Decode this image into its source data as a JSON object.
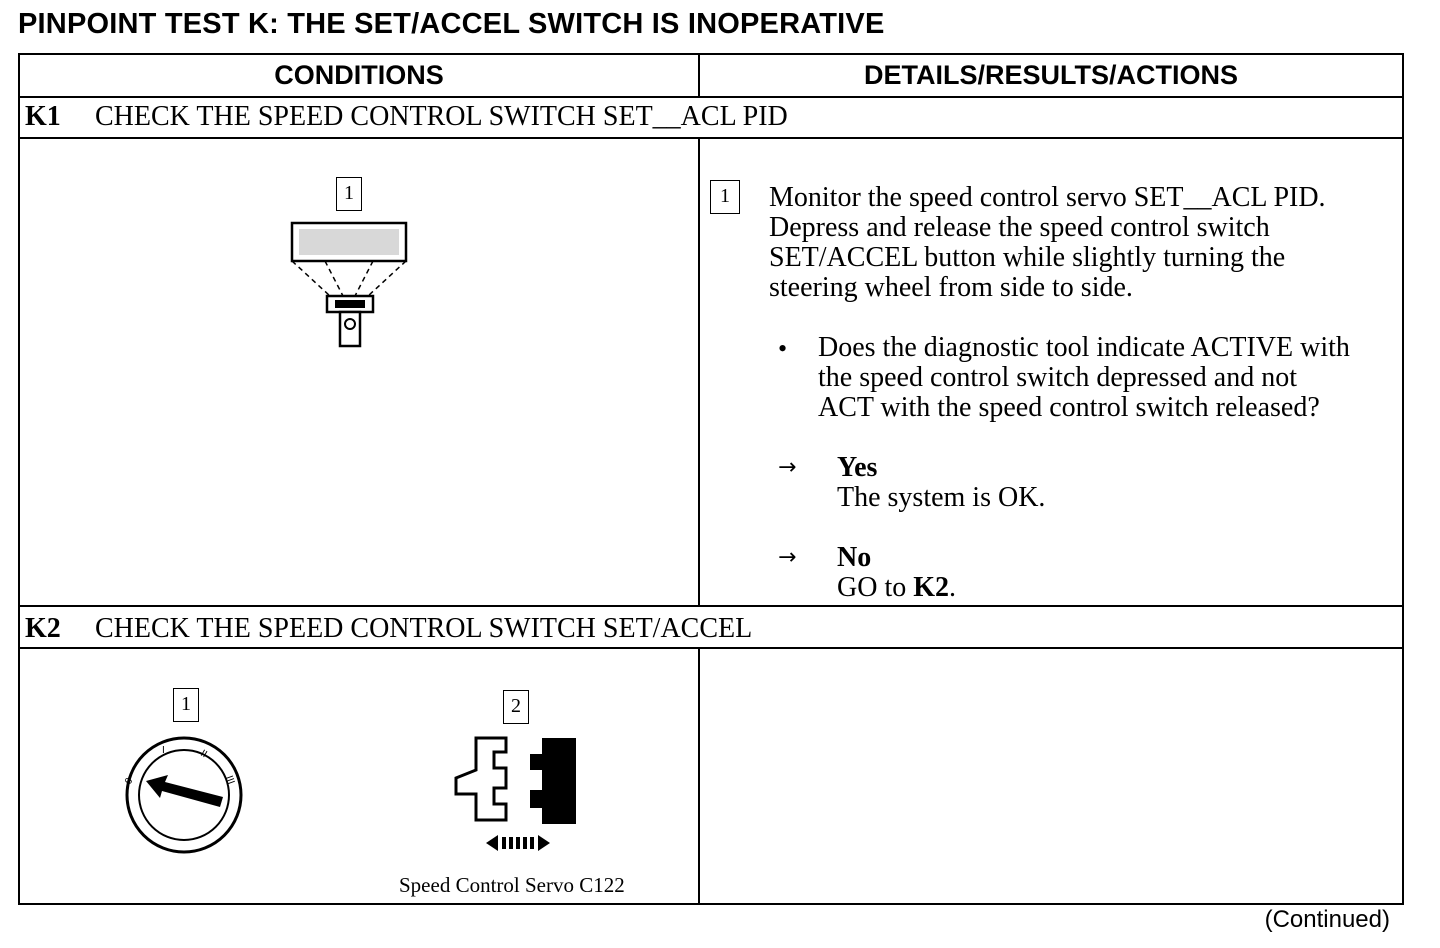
{
  "title": "PINPOINT TEST K:  THE SET/ACCEL SWITCH IS INOPERATIVE",
  "columns": {
    "conditions": "CONDITIONS",
    "details": "DETAILS/RESULTS/ACTIONS"
  },
  "steps": [
    {
      "id": "K1",
      "heading": "CHECK THE SPEED CONTROL SWITCH SET__ACL PID",
      "figure_labels": [
        "1"
      ],
      "action_number": "1",
      "action_text": [
        "Monitor the speed control servo SET__ACL PID.",
        "Depress and release the speed control switch",
        "SET/ACCEL button while slightly turning the",
        "steering wheel from side to side."
      ],
      "question": [
        "Does the diagnostic tool indicate ACTIVE with",
        "the speed control switch depressed and not",
        "ACT with the speed control switch released?"
      ],
      "results": [
        {
          "answer": "Yes",
          "text": "The system is OK."
        },
        {
          "answer": "No",
          "text_prefix": "GO to ",
          "text_link": "K2",
          "text_suffix": "."
        }
      ]
    },
    {
      "id": "K2",
      "heading": "CHECK THE SPEED CONTROL SWITCH SET/ACCEL",
      "figure_labels": [
        "1",
        "2"
      ],
      "caption": "Speed Control Servo C122"
    }
  ],
  "icons": {
    "ignition": "ignition-switch-icon",
    "connector": "connector-icon",
    "diagnostic_tool": "diagnostic-tool-icon",
    "result_arrow": "arrow-right-icon"
  },
  "footer": "(Continued)"
}
